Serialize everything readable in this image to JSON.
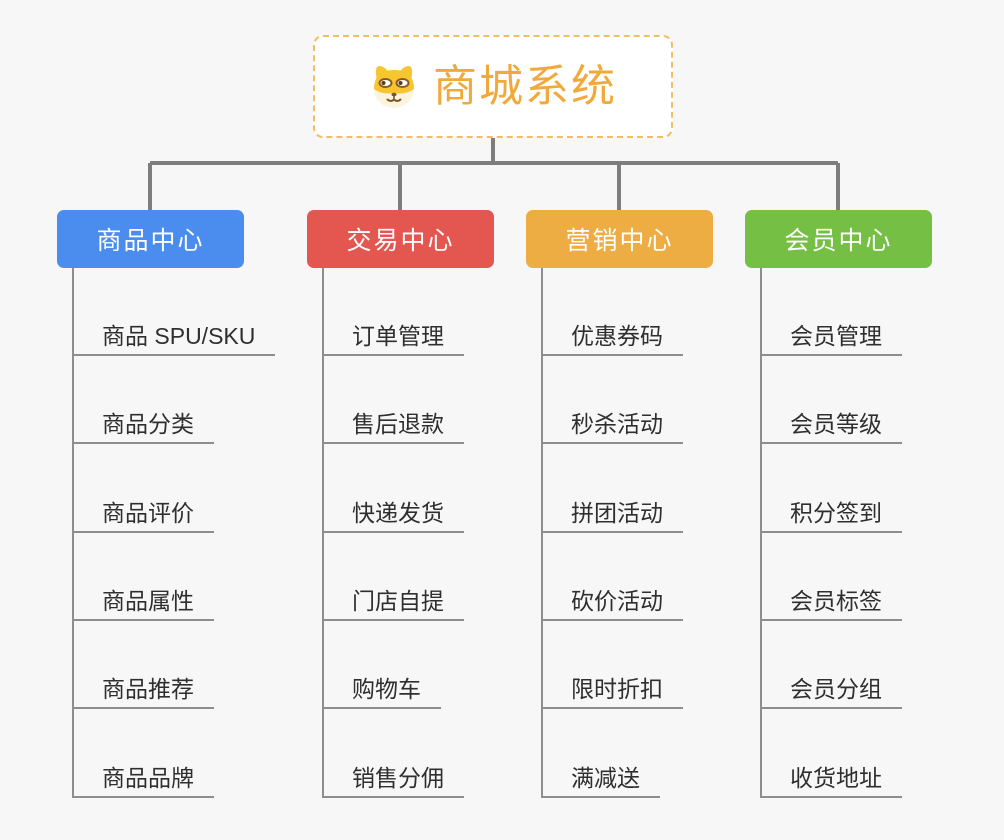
{
  "root": {
    "title": "商城系统",
    "icon": "shiba-dog-icon",
    "text_color": "#f2a93c",
    "border_color": "#f2be63"
  },
  "connectors": {
    "trunk_color": "#7e7e7e",
    "child_line_color": "#8e8e8e"
  },
  "branches": [
    {
      "label": "商品中心",
      "color": "#4a8def",
      "items": [
        "商品 SPU/SKU",
        "商品分类",
        "商品评价",
        "商品属性",
        "商品推荐",
        "商品品牌"
      ]
    },
    {
      "label": "交易中心",
      "color": "#e35750",
      "items": [
        "订单管理",
        "售后退款",
        "快递发货",
        "门店自提",
        "购物车",
        "销售分佣"
      ]
    },
    {
      "label": "营销中心",
      "color": "#edad42",
      "items": [
        "优惠券码",
        "秒杀活动",
        "拼团活动",
        "砍价活动",
        "限时折扣",
        "满减送"
      ]
    },
    {
      "label": "会员中心",
      "color": "#75bf44",
      "items": [
        "会员管理",
        "会员等级",
        "积分签到",
        "会员标签",
        "会员分组",
        "收货地址"
      ]
    }
  ]
}
